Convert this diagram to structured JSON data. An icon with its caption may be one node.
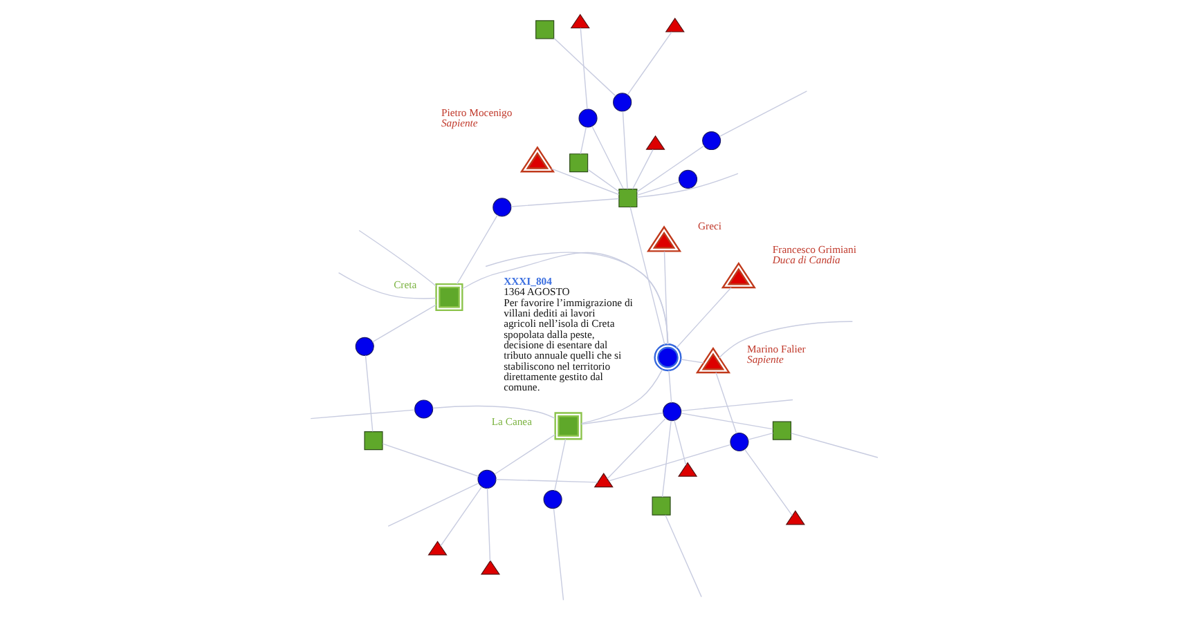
{
  "diagram": {
    "nodes": [
      {
        "text": [
          "Creta"
        ]
      },
      {
        "text": [],
        "shape": "circle"
      },
      {
        "text": [],
        "shape": "box"
      },
      {
        "text": [],
        "shape": "triangle"
      },
      {
        "text": [],
        "shape": "circle"
      },
      {
        "text": [],
        "shape": "circle"
      },
      {
        "text": [],
        "shape": "circle"
      },
      {
        "text": [
          "Greci"
        ]
      },
      {
        "text": [],
        "shape": "triangle"
      },
      {
        "text": [],
        "shape": "box"
      },
      {
        "text": [
          "Francesco Grimiani",
          "Duca di Candia"
        ]
      },
      {
        "text": [
          "Pietro Mocenigo",
          "Sapiente"
        ]
      },
      {
        "text": [
          "XXXI_804",
          "1364 AGOSTO",
          "Per favorire l’immigrazione di villani dediti ai lavori agricoli nell’isola di Creta spopolata dalla peste, decisione di esentare dal tributo annuale quelli che si stabiliscono nel territorio direttamente gestito dal comune."
        ]
      },
      {
        "text": [],
        "shape": "box"
      },
      {
        "text": [],
        "shape": "box"
      },
      {
        "text": [],
        "shape": "circle"
      },
      {
        "text": [],
        "shape": "box"
      },
      {
        "text": [],
        "shape": "triangle"
      },
      {
        "text": [],
        "shape": "circle"
      },
      {
        "text": [],
        "shape": "box"
      },
      {
        "text": [],
        "shape": "triangle"
      },
      {
        "text": [],
        "shape": "circle"
      },
      {
        "text": [
          "Marino Falier",
          "Sapiente"
        ]
      },
      {
        "text": [],
        "shape": "triangle"
      },
      {
        "text": [],
        "shape": "triangle"
      },
      {
        "text": [
          "La Canea"
        ]
      },
      {
        "text": [],
        "shape": "triangle"
      },
      {
        "text": [],
        "shape": "circle"
      },
      {
        "text": [],
        "shape": "triangle"
      },
      {
        "text": [],
        "shape": "circle"
      },
      {
        "text": [],
        "shape": "circle"
      },
      {
        "text": [],
        "shape": "circle"
      }
    ],
    "edges": [
      {
        "from": null,
        "to": 0,
        "arrow": "none"
      },
      {
        "from": null,
        "to": 0,
        "arrow": "none"
      },
      {
        "from": 0,
        "to": 4,
        "arrow": "none"
      },
      {
        "from": 0,
        "to": 6,
        "arrow": "none"
      },
      {
        "from": 0,
        "to": 12,
        "arrow": "none"
      },
      {
        "from": 4,
        "to": 13,
        "arrow": "none"
      },
      {
        "from": 8,
        "to": 15,
        "arrow": "none"
      },
      {
        "from": 9,
        "to": 15,
        "arrow": "none"
      },
      {
        "from": null,
        "to": 9,
        "arrow": "none"
      },
      {
        "from": 7,
        "to": 12,
        "arrow": "none"
      },
      {
        "from": 10,
        "to": 12,
        "arrow": "none"
      },
      {
        "from": 12,
        "to": 15,
        "arrow": "none"
      },
      {
        "from": 6,
        "to": 14,
        "arrow": "none"
      },
      {
        "from": null,
        "to": 1,
        "arrow": "none"
      },
      {
        "from": 1,
        "to": 14,
        "arrow": "none"
      },
      {
        "from": 11,
        "to": 14,
        "arrow": "none"
      },
      {
        "from": 2,
        "to": 5,
        "arrow": "none"
      },
      {
        "from": 3,
        "to": 5,
        "arrow": "none"
      },
      {
        "from": 5,
        "to": 14,
        "arrow": "none"
      },
      {
        "from": 14,
        "to": null,
        "arrow": "none"
      },
      {
        "from": 12,
        "to": 14,
        "arrow": "none"
      },
      {
        "from": 12,
        "to": null,
        "arrow": "none"
      },
      {
        "from": 14,
        "to": 16,
        "arrow": "none"
      },
      {
        "from": 14,
        "to": 18,
        "arrow": "none"
      },
      {
        "from": 14,
        "to": 20,
        "arrow": "none"
      },
      {
        "from": 18,
        "to": 16,
        "arrow": "none"
      },
      {
        "from": 18,
        "to": 24,
        "arrow": "none"
      },
      {
        "from": 14,
        "to": 31,
        "arrow": "none"
      },
      {
        "from": 15,
        "to": 19,
        "arrow": "none"
      },
      {
        "from": 15,
        "to": 17,
        "arrow": "none"
      },
      {
        "from": 15,
        "to": null,
        "arrow": "none"
      },
      {
        "from": 17,
        "to": 21,
        "arrow": "none"
      },
      {
        "from": 17,
        "to": 27,
        "arrow": "none"
      },
      {
        "from": 19,
        "to": 21,
        "arrow": "none"
      },
      {
        "from": 19,
        "to": null,
        "arrow": "none"
      },
      {
        "from": 21,
        "to": 22,
        "arrow": "none"
      },
      {
        "from": 21,
        "to": 23,
        "arrow": "none"
      },
      {
        "from": 22,
        "to": 12,
        "arrow": "none"
      },
      {
        "from": 22,
        "to": null,
        "arrow": "none"
      },
      {
        "from": 26,
        "to": 27,
        "arrow": "none"
      },
      {
        "from": 28,
        "to": 27,
        "arrow": "none"
      },
      {
        "from": 27,
        "to": 25,
        "arrow": "none"
      },
      {
        "from": 27,
        "to": 13,
        "arrow": "none"
      },
      {
        "from": 27,
        "to": null,
        "arrow": "none"
      },
      {
        "from": 25,
        "to": 15,
        "arrow": "none"
      },
      {
        "from": 25,
        "to": 12,
        "arrow": "none"
      },
      {
        "from": 25,
        "to": 29,
        "arrow": "none"
      },
      {
        "from": 25,
        "to": 30,
        "arrow": "none"
      },
      {
        "from": 29,
        "to": null,
        "arrow": "none"
      },
      {
        "from": 30,
        "to": null,
        "arrow": "none"
      }
    ]
  }
}
